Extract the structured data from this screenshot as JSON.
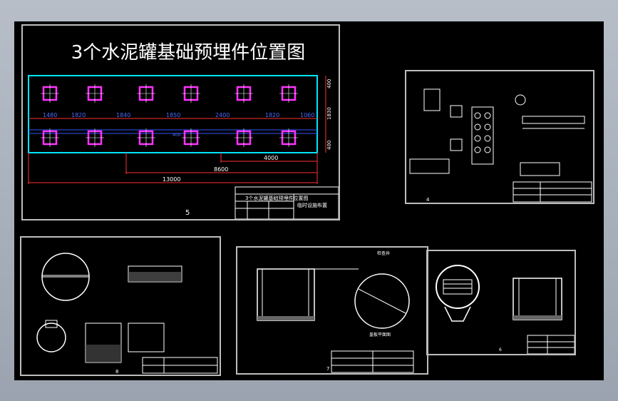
{
  "colors": {
    "background": "#000000",
    "frame": "#bdbdbd",
    "foundation": "#00e5ff",
    "embed": "#ff33ff",
    "dimension": "#3355ff",
    "annotation": "#ff3030"
  },
  "drawing1": {
    "title": "3个水泥罐基础预埋件位置图",
    "sheet_number": "5",
    "title_block_name": "3个水泥罐基础预埋件位置图",
    "title_block_cell": "临时设施布置",
    "dims_top": [
      "1480",
      "1820",
      "1840",
      "1850",
      "2400",
      "1820",
      "1060"
    ],
    "dim_inner": "400",
    "dim_right": [
      "400",
      "1830",
      "400"
    ],
    "dim_total_1": "4000",
    "dim_total_2": "8600",
    "dim_total_3": "13000"
  },
  "drawing2": {
    "sheet_number": "4"
  },
  "drawing3": {
    "sheet_number": "8"
  },
  "drawing4": {
    "sheet_number": "7",
    "labels": [
      "检查井",
      "盖板平面图"
    ]
  },
  "drawing5": {
    "sheet_number": "6"
  }
}
